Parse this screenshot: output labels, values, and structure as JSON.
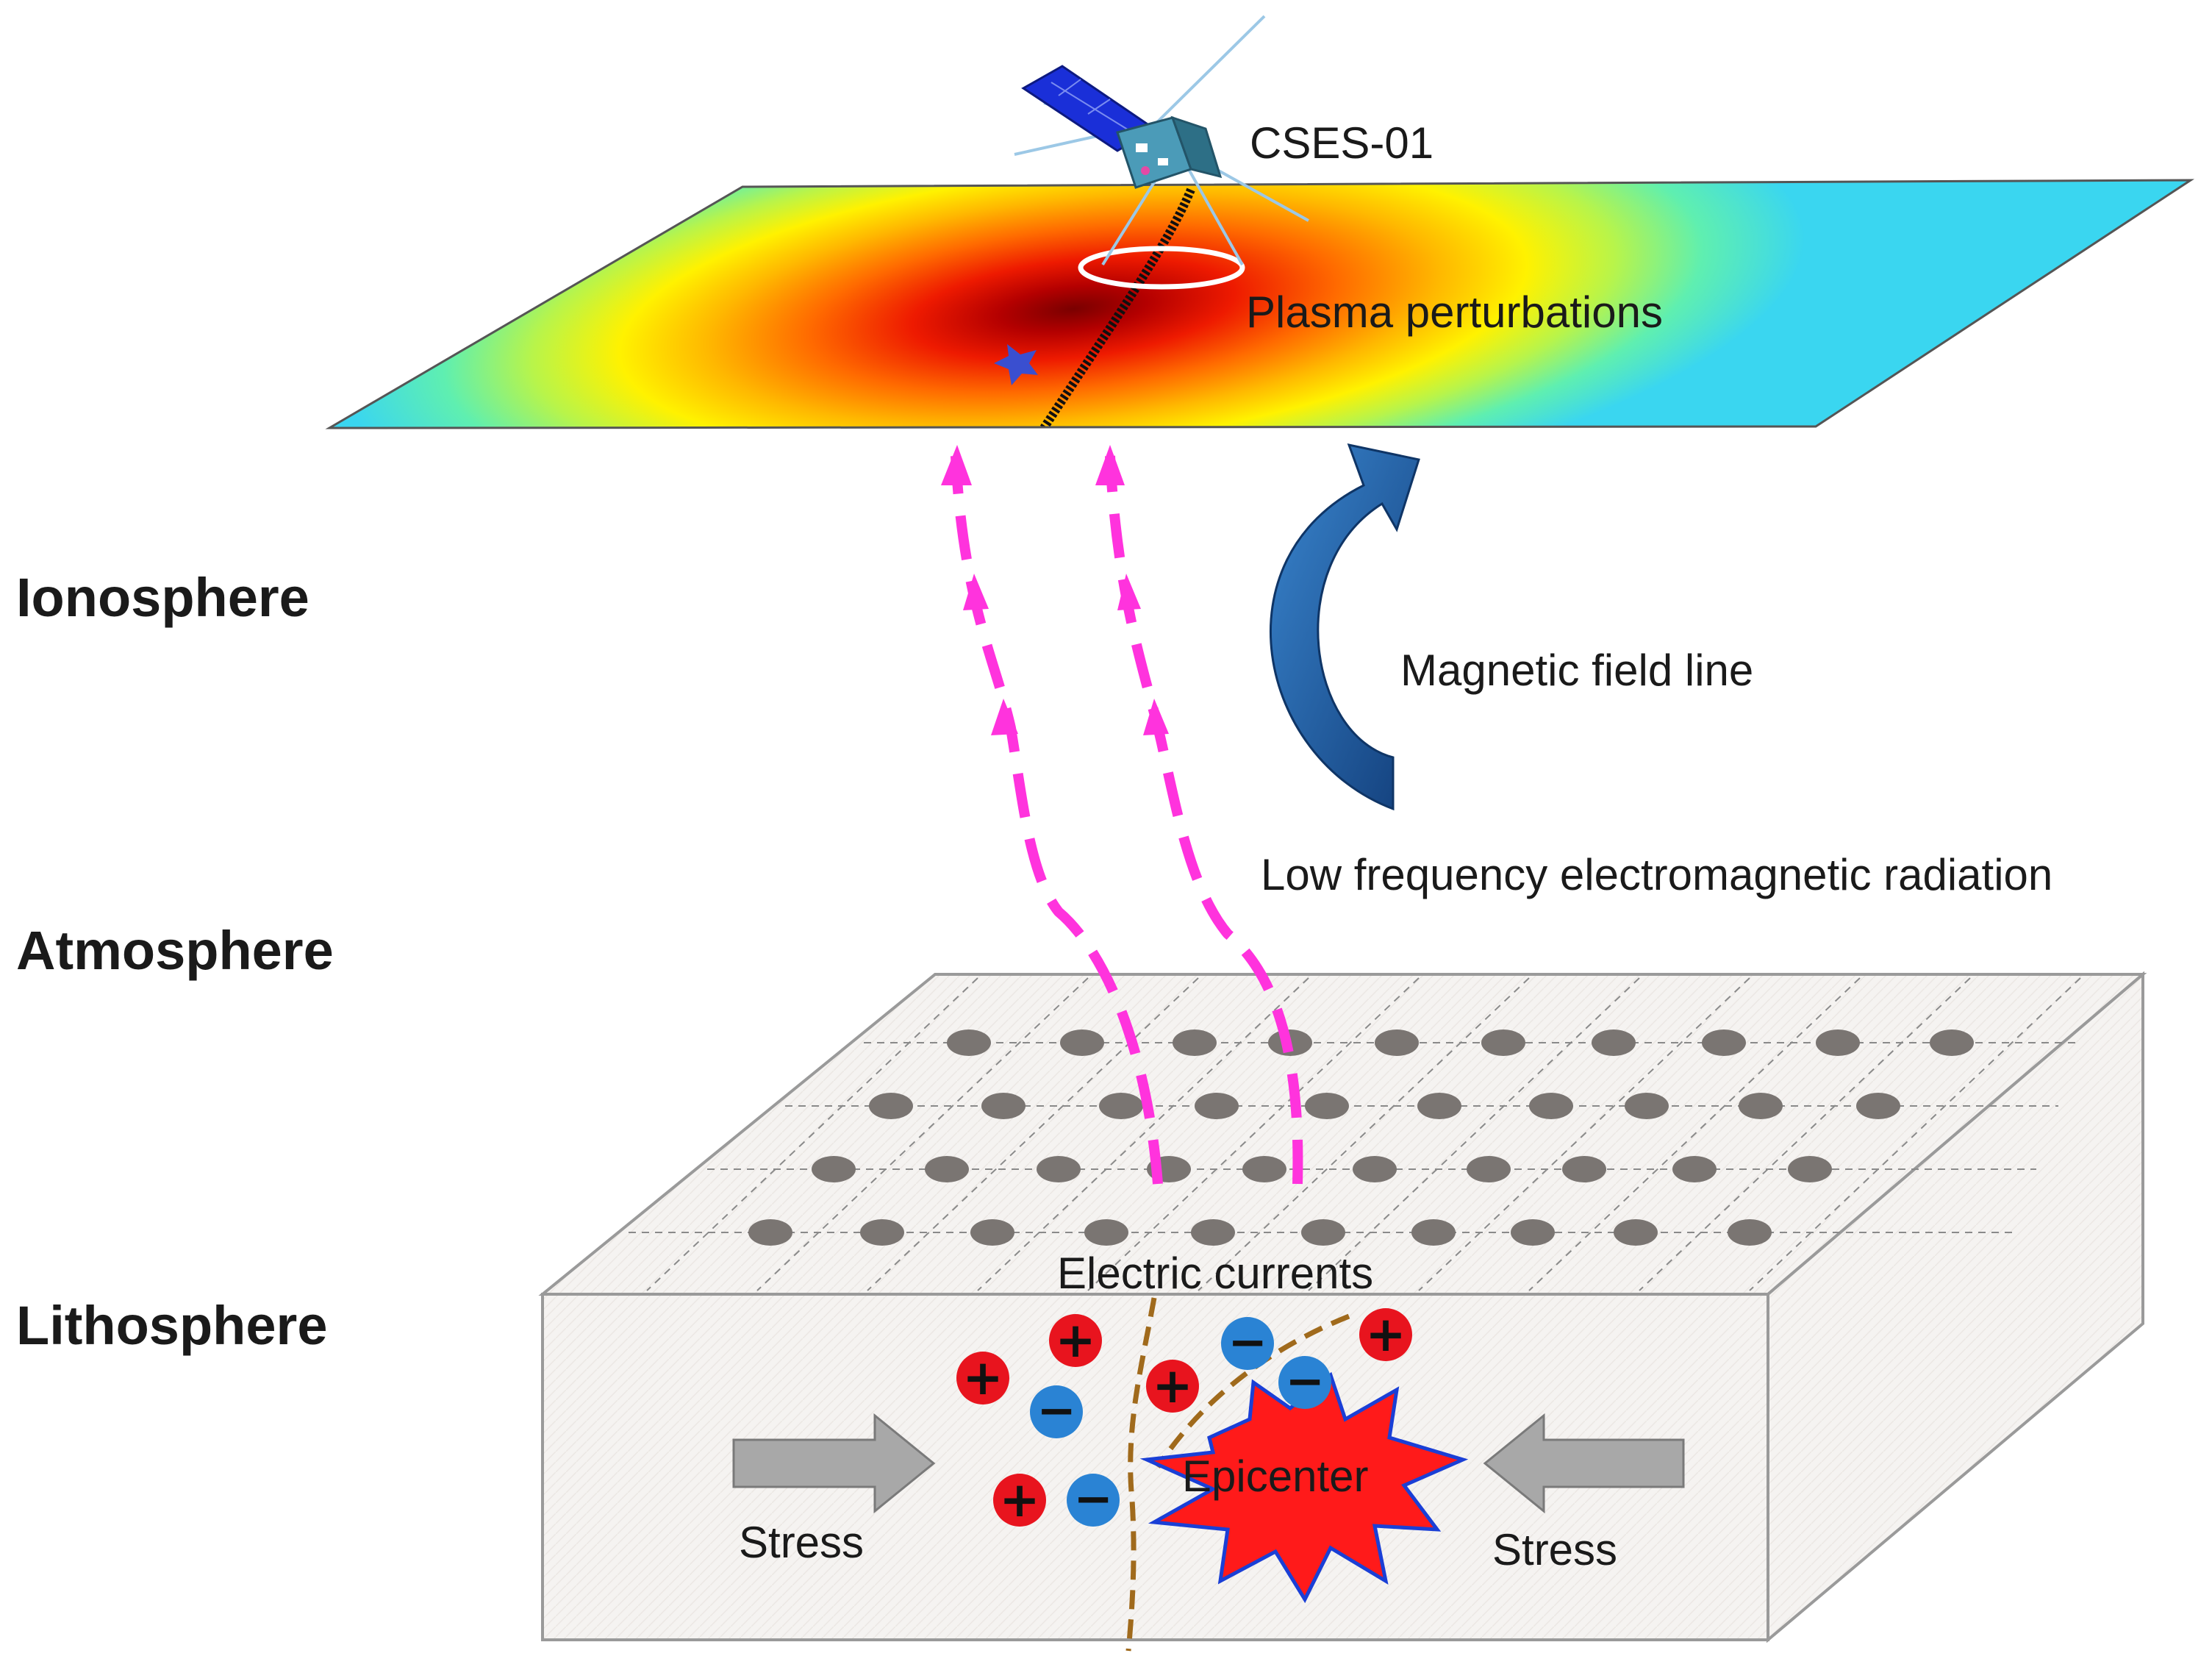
{
  "layers": {
    "ionosphere": "Ionosphere",
    "atmosphere": "Atmosphere",
    "lithosphere": "Lithosphere"
  },
  "annotations": {
    "satellite": "CSES-01",
    "plasma": "Plasma perturbations",
    "magnetic": "Magnetic field line",
    "radiation": "Low frequency electromagnetic radiation",
    "currents": "Electric currents",
    "epicenter": "Epicenter",
    "stress_left": "Stress",
    "stress_right": "Stress"
  },
  "charges": {
    "positive_symbol": "+",
    "negative_symbol": "−"
  },
  "colors": {
    "radiation_arrow": "#ff33dd",
    "magnetic_arrow": "#1f5fa6",
    "positive_charge": "#e8141e",
    "negative_charge": "#2a83d4",
    "epicenter_fill": "#ff1a1a",
    "epicenter_stroke": "#1a3fd6",
    "fault_line": "#a06a1c",
    "stress_arrow": "#a8a8a8",
    "grid_dot": "#7a7572",
    "block_face": "#f4f2f0"
  },
  "icons": {
    "satellite": "satellite-icon",
    "epicenter": "starburst-icon"
  }
}
